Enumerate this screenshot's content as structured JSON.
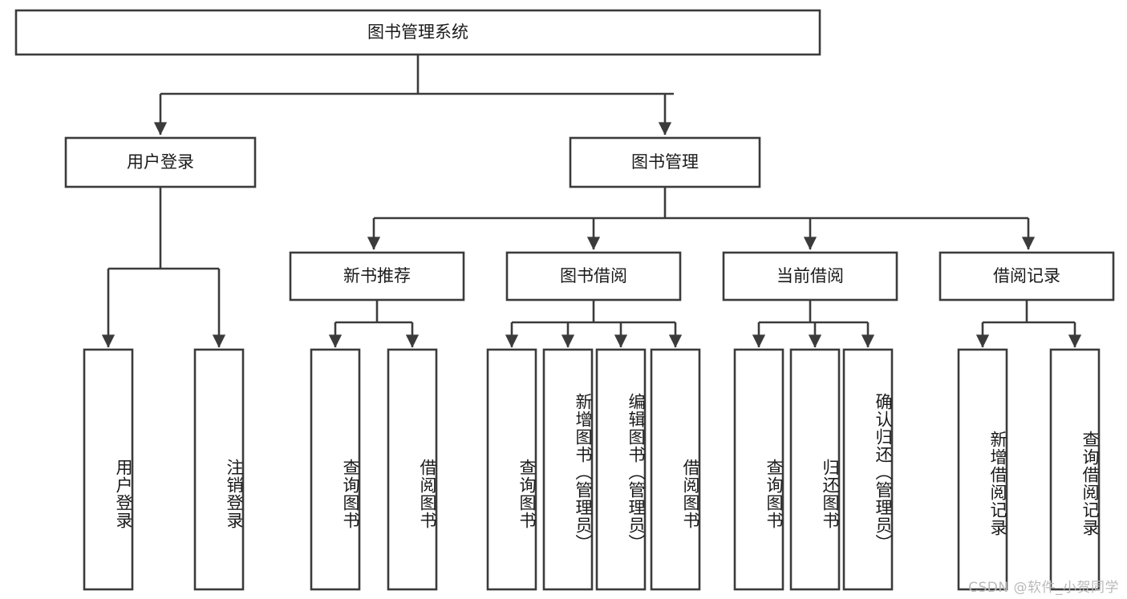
{
  "diagram": {
    "title": "图书管理系统",
    "watermark": "CSDN @软件_小贺同学",
    "orientation": "top-down-tree",
    "levels": 3,
    "nodes": {
      "root": {
        "label": "图书管理系统",
        "level": 0
      },
      "l1": [
        {
          "id": "user-login",
          "label": "用户登录",
          "level": 1
        },
        {
          "id": "book-manage",
          "label": "图书管理",
          "level": 1
        }
      ],
      "l2": [
        {
          "id": "new-book-rec",
          "label": "新书推荐",
          "level": 2,
          "parent": "book-manage"
        },
        {
          "id": "book-borrow",
          "label": "图书借阅",
          "level": 2,
          "parent": "book-manage"
        },
        {
          "id": "current-borrow",
          "label": "当前借阅",
          "level": 2,
          "parent": "book-manage"
        },
        {
          "id": "borrow-record",
          "label": "借阅记录",
          "level": 2,
          "parent": "book-manage"
        }
      ],
      "leaves": [
        {
          "id": "leaf-user-login",
          "label": "用户登录",
          "parent": "user-login"
        },
        {
          "id": "leaf-logout-login",
          "label": "注销登录",
          "parent": "user-login"
        },
        {
          "id": "leaf-query-book-1",
          "label": "查询图书",
          "parent": "new-book-rec"
        },
        {
          "id": "leaf-borrow-book-1",
          "label": "借阅图书",
          "parent": "new-book-rec"
        },
        {
          "id": "leaf-query-book-2",
          "label": "查询图书",
          "parent": "book-borrow"
        },
        {
          "id": "leaf-add-book",
          "label": "新增图书（管理员）",
          "parent": "book-borrow"
        },
        {
          "id": "leaf-edit-book",
          "label": "编辑图书（管理员）",
          "parent": "book-borrow"
        },
        {
          "id": "leaf-borrow-book-2",
          "label": "借阅图书",
          "parent": "book-borrow"
        },
        {
          "id": "leaf-query-book-3",
          "label": "查询图书",
          "parent": "current-borrow"
        },
        {
          "id": "leaf-return-book",
          "label": "归还图书",
          "parent": "current-borrow"
        },
        {
          "id": "leaf-confirm-return",
          "label": "确认归还（管理员）",
          "parent": "current-borrow"
        },
        {
          "id": "leaf-add-record",
          "label": "新增借阅记录",
          "parent": "borrow-record"
        },
        {
          "id": "leaf-query-record",
          "label": "查询借阅记录",
          "parent": "borrow-record"
        }
      ]
    },
    "colors": {
      "stroke": "#3b3b3b",
      "fill": "#ffffff",
      "text": "#1a1a1a",
      "watermark": "#b9b9b9"
    }
  }
}
